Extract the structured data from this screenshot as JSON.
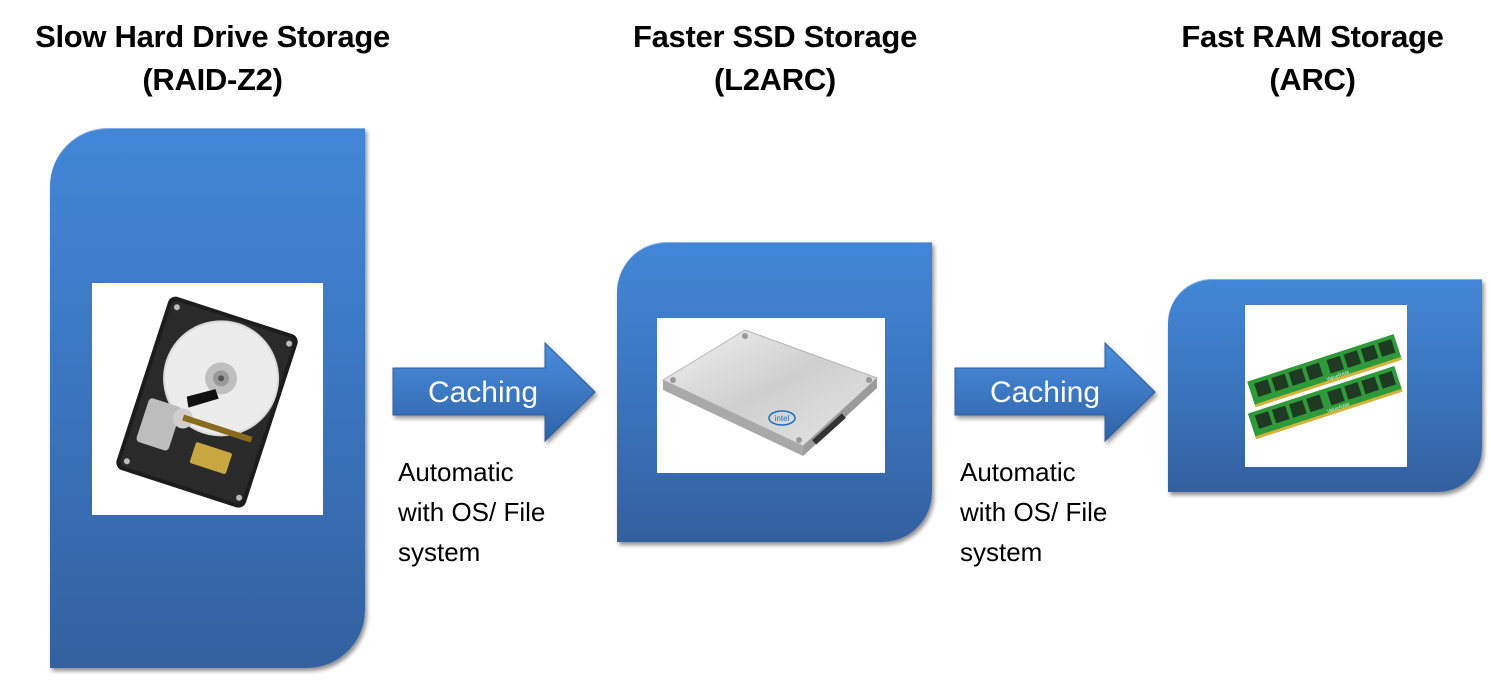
{
  "stages": [
    {
      "title_line1": "Slow Hard Drive Storage",
      "title_line2": "(RAID-Z2)",
      "image": "hard-drive-icon"
    },
    {
      "title_line1": "Faster SSD Storage",
      "title_line2": "(L2ARC)",
      "image": "ssd-icon"
    },
    {
      "title_line1": "Fast RAM Storage",
      "title_line2": "(ARC)",
      "image": "ram-module-icon"
    }
  ],
  "arrows": [
    {
      "label": "Caching",
      "note_line1": "Automatic",
      "note_line2": "with OS/ File",
      "note_line3": "system"
    },
    {
      "label": "Caching",
      "note_line1": "Automatic",
      "note_line2": "with OS/ File",
      "note_line3": "system"
    }
  ],
  "ram_label": "ValueRAM",
  "ssd_brand": "intel",
  "colors": {
    "panel_top": "#4386d7",
    "panel_bottom": "#33609f",
    "arrow": "#3d7ccc",
    "text": "#000000"
  }
}
